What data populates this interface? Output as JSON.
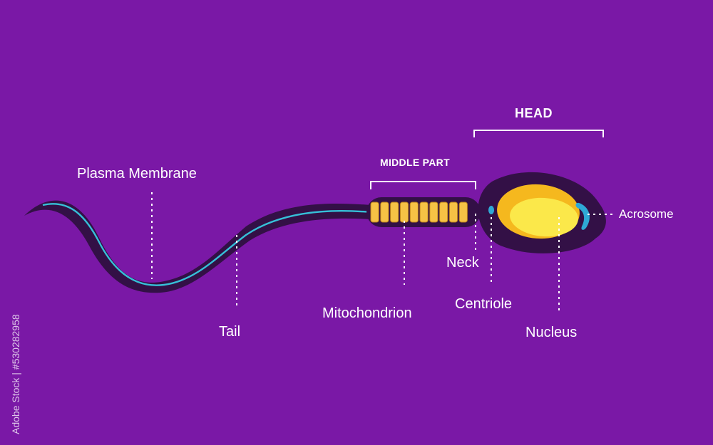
{
  "colors": {
    "background": "#7a18a6",
    "cell_body": "#331046",
    "core_line": "#36c0d8",
    "mitochondria_fill": "#f6c245",
    "mitochondria_stroke": "#b8801a",
    "nucleus_outer": "#f5b81e",
    "nucleus_inner": "#fbe84a",
    "acrosome": "#2fa9d6",
    "label_text": "#ffffff"
  },
  "sections": {
    "head": "HEAD",
    "middle_part": "MIDDLE PART"
  },
  "labels": {
    "plasma_membrane": "Plasma Membrane",
    "tail": "Tail",
    "mitochondrion": "Mitochondrion",
    "neck": "Neck",
    "centriole": "Centriole",
    "nucleus": "Nucleus",
    "acrosome": "Acrosome"
  },
  "watermark": {
    "id_text": "Adobe Stock | #530282958"
  }
}
